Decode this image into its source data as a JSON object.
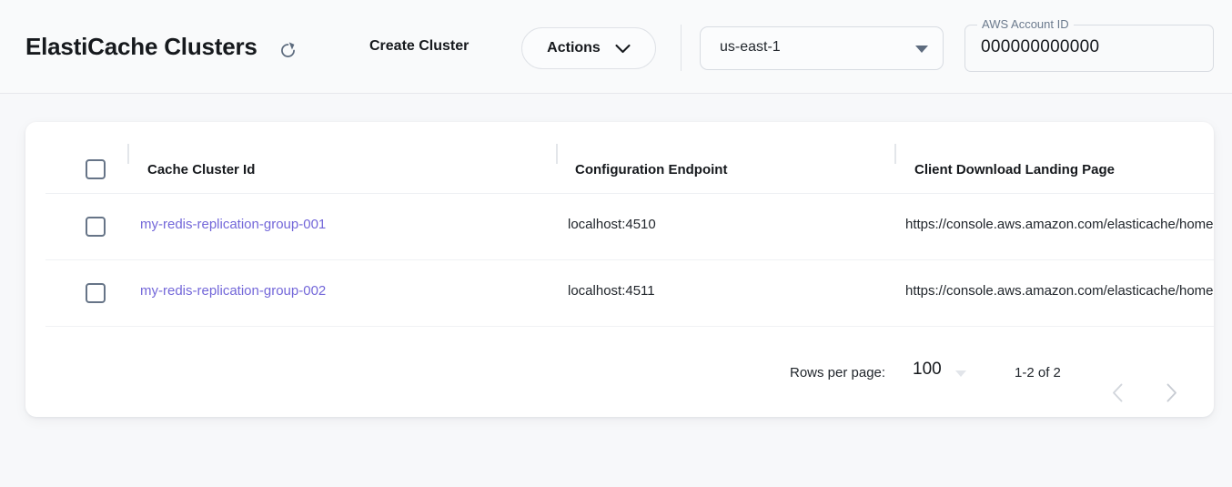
{
  "header": {
    "title": "ElastiCache Clusters",
    "refresh_icon": "refresh-icon",
    "create_cluster_label": "Create Cluster",
    "actions_label": "Actions",
    "actions_caret_icon": "chevron-down-icon",
    "region": {
      "value": "us-east-1",
      "caret_icon": "caret-down-icon"
    },
    "account": {
      "label": "AWS Account ID",
      "value": "000000000000"
    }
  },
  "table": {
    "columns": [
      "Cache Cluster Id",
      "Configuration Endpoint",
      "Client Download Landing Page"
    ],
    "rows": [
      {
        "cluster_id": "my-redis-replication-group-001",
        "endpoint": "localhost:4510",
        "landing_page": "https://console.aws.amazon.com/elasticache/home"
      },
      {
        "cluster_id": "my-redis-replication-group-002",
        "endpoint": "localhost:4511",
        "landing_page": "https://console.aws.amazon.com/elasticache/home"
      }
    ]
  },
  "pagination": {
    "rows_per_page_label": "Rows per page:",
    "rows_per_page_value": "100",
    "range_label": "1-2 of 2",
    "prev_icon": "chevron-left-icon",
    "next_icon": "chevron-right-icon"
  },
  "colors": {
    "link": "#7367d9",
    "page_background": "#f7f8fa",
    "card_background": "#ffffff",
    "checkbox_border": "#667487"
  }
}
